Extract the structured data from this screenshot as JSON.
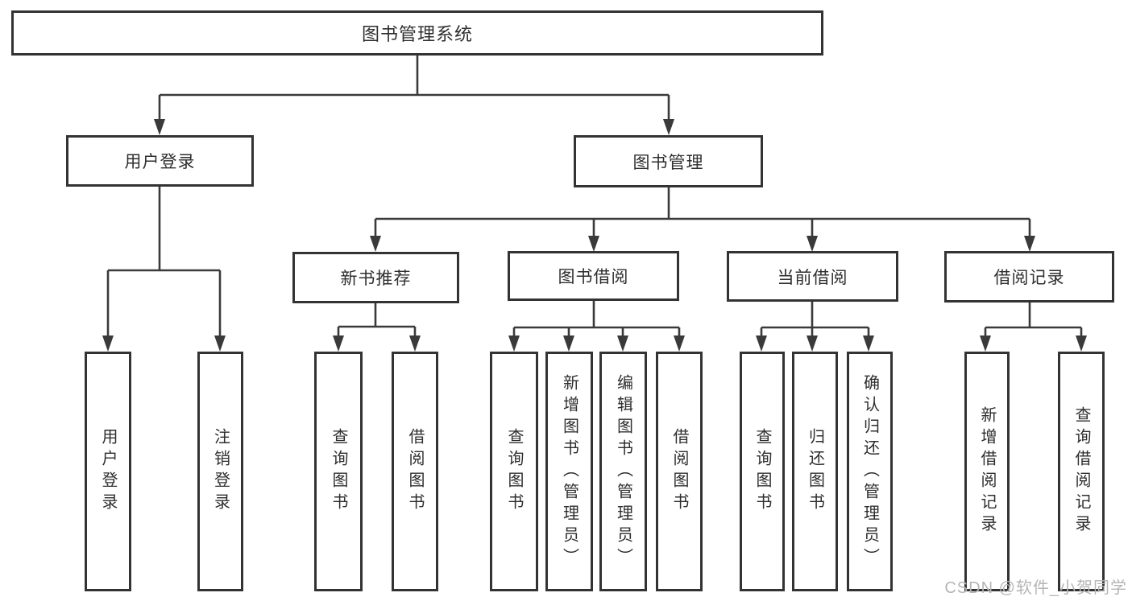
{
  "diagram": {
    "root": {
      "label": "图书管理系统"
    },
    "level2": {
      "user_login": {
        "label": "用户登录"
      },
      "book_mgmt": {
        "label": "图书管理"
      }
    },
    "level3": {
      "new_book_rec": {
        "label": "新书推荐"
      },
      "book_borrow": {
        "label": "图书借阅"
      },
      "current_borrow": {
        "label": "当前借阅"
      },
      "borrow_record": {
        "label": "借阅记录"
      }
    },
    "leaves": {
      "user_login": {
        "label": "用户登录"
      },
      "logout": {
        "label": "注销登录"
      },
      "nbr_query": {
        "label": "查询图书"
      },
      "nbr_borrow": {
        "label": "借阅图书"
      },
      "bb_query": {
        "label": "查询图书"
      },
      "bb_add": {
        "label": "新增图书（管理员）"
      },
      "bb_edit": {
        "label": "编辑图书（管理员）"
      },
      "bb_borrow": {
        "label": "借阅图书"
      },
      "cb_query": {
        "label": "查询图书"
      },
      "cb_return": {
        "label": "归还图书"
      },
      "cb_confirm": {
        "label": "确认归还（管理员）"
      },
      "br_add": {
        "label": "新增借阅记录"
      },
      "br_query": {
        "label": "查询借阅记录"
      }
    }
  },
  "watermark": {
    "text": "CSDN @软件_小贺同学"
  },
  "colors": {
    "line": "#3a3a3a",
    "border": "#333333",
    "text": "#2e2e2e",
    "watermark": "#b5b5b5",
    "background": "#ffffff"
  }
}
